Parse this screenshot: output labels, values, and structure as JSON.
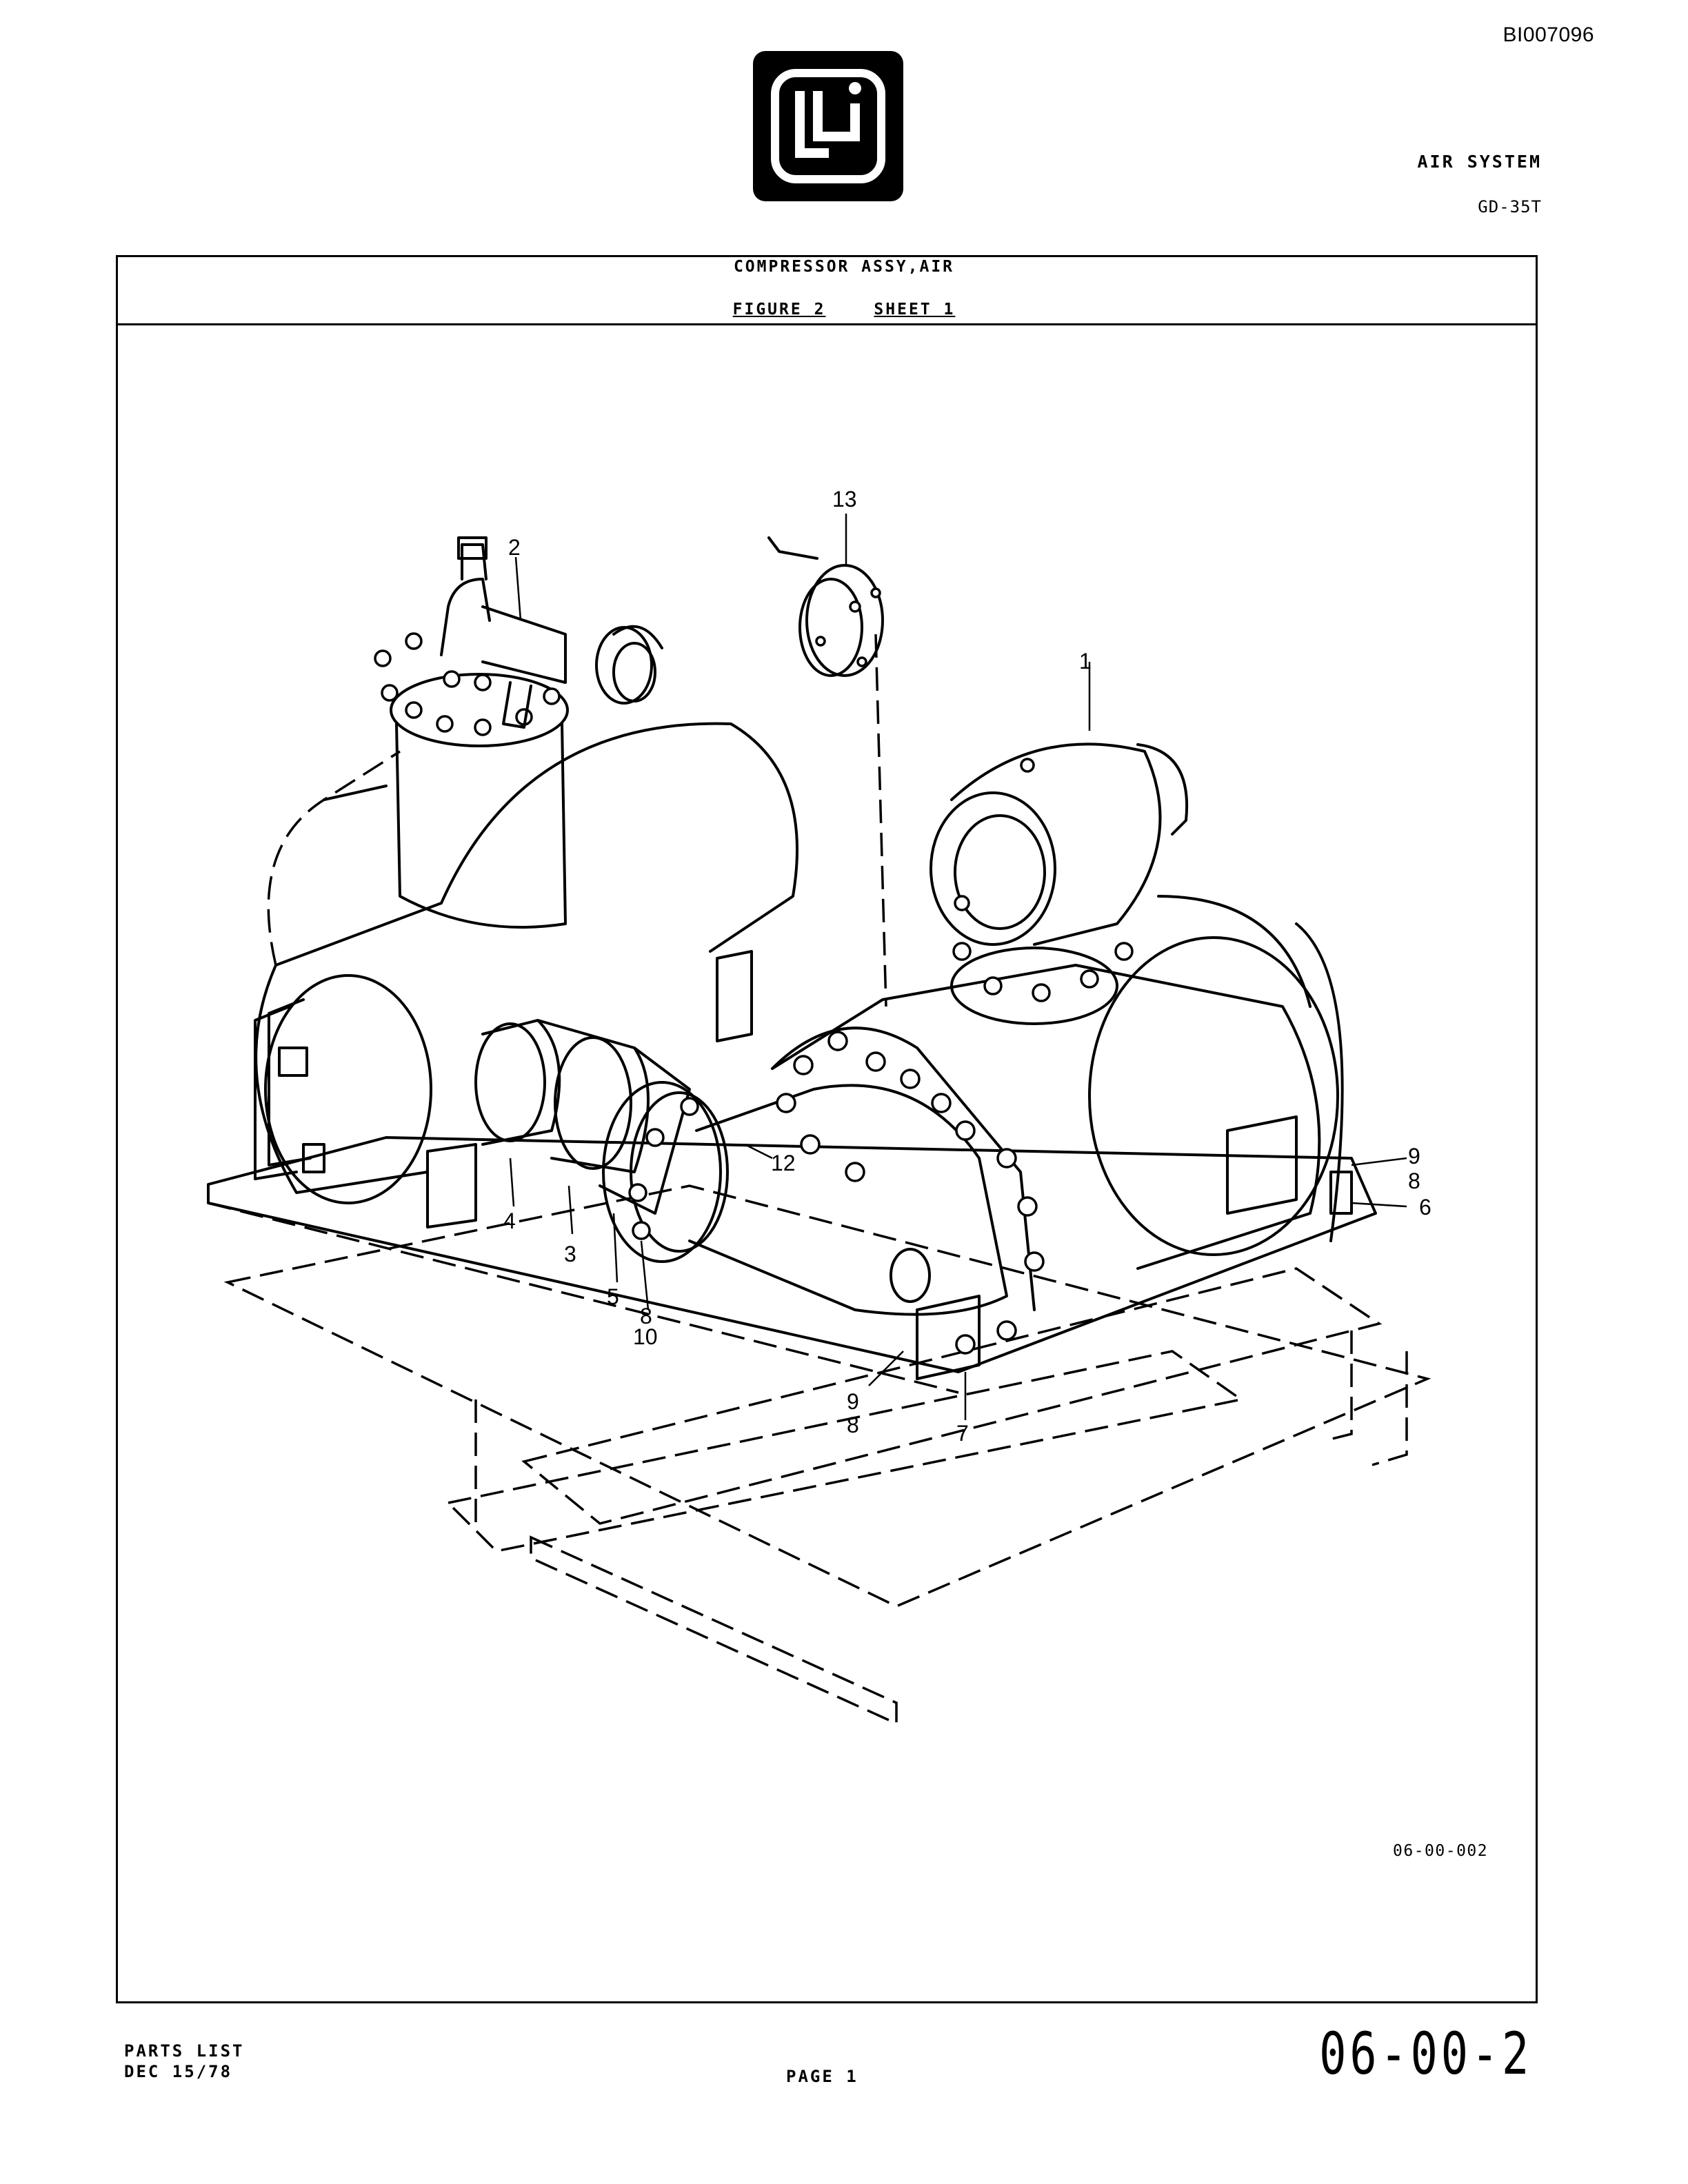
{
  "document_id": "BI007096",
  "logo": {
    "icon": "company-logo"
  },
  "header": {
    "system": "AIR SYSTEM",
    "model": "GD-35T"
  },
  "figure": {
    "title": "COMPRESSOR ASSY,AIR",
    "figure_label": "FIGURE 2",
    "sheet_label": "SHEET 1",
    "drawing_number": "06-00-002",
    "callouts": [
      "13",
      "2",
      "1",
      "12",
      "9",
      "8",
      "6",
      "4",
      "3",
      "5",
      "8",
      "10",
      "9",
      "8",
      "7"
    ]
  },
  "footer": {
    "doc_type": "PARTS LIST",
    "date": "DEC 15/78",
    "page_label": "PAGE 1",
    "page_number": "06-00-2"
  }
}
